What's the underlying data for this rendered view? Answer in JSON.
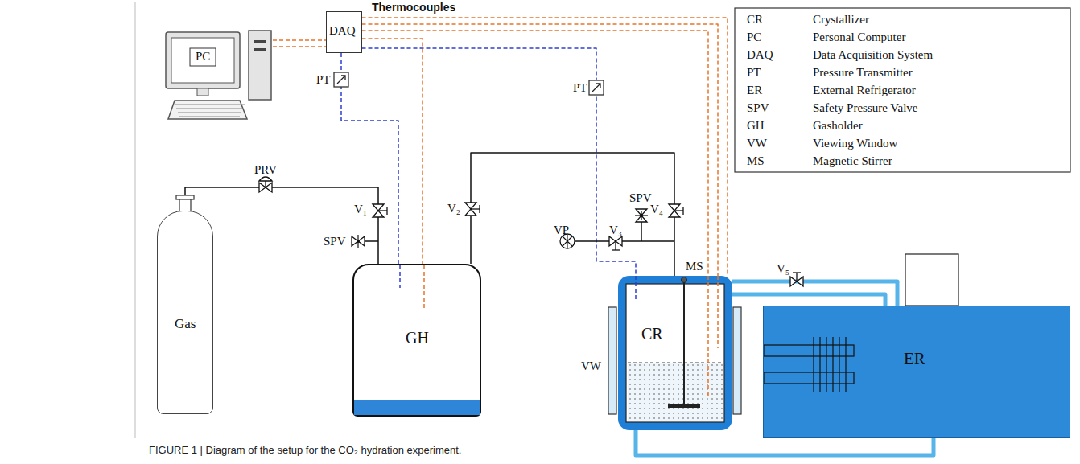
{
  "diagram": {
    "caption": "FIGURE 1 | Diagram of the setup for the CO₂ hydration experiment.",
    "nodes": [
      {
        "text": [
          "PC"
        ]
      },
      {
        "text": [
          "DAQ"
        ]
      },
      {
        "text": [
          "Gas"
        ]
      },
      {
        "text": [
          "GH"
        ]
      },
      {
        "text": [
          "CR"
        ]
      },
      {
        "text": [
          "ER"
        ]
      }
    ],
    "edges": [
      {
        "from": 0,
        "to": 1,
        "arrow": "none"
      },
      {
        "from": 0,
        "to": 1,
        "arrow": "none"
      },
      {
        "from": 1,
        "to": 3,
        "arrow": "none"
      },
      {
        "from": 1,
        "to": 3,
        "arrow": "none"
      },
      {
        "from": 1,
        "to": 4,
        "arrow": "none"
      },
      {
        "from": 1,
        "to": 4,
        "arrow": "none"
      },
      {
        "from": 1,
        "to": 4,
        "arrow": "none"
      },
      {
        "from": 1,
        "to": 4,
        "arrow": "none"
      },
      {
        "from": 2,
        "to": 3,
        "arrow": "none"
      },
      {
        "from": 3,
        "to": 4,
        "arrow": "none"
      },
      {
        "from": 4,
        "to": 5,
        "arrow": "none"
      },
      {
        "from": 4,
        "to": 5,
        "arrow": "none"
      },
      {
        "from": 4,
        "to": 5,
        "arrow": "none"
      }
    ],
    "labels": [
      "Thermocouples",
      "PT",
      "PT",
      "PRV",
      "V₁",
      "SPV",
      "V₂",
      "VP",
      "V₃",
      "SPV",
      "V₄",
      "MS",
      "VW",
      "V₅",
      "CR",
      "Crystallizer",
      "PC",
      "Personal Computer",
      "DAQ",
      "Data Acquisition System",
      "PT",
      "Pressure Transmitter",
      "ER",
      "External Refrigerator",
      "SPV",
      "Safety Pressure Valve",
      "GH",
      "Gasholder",
      "VW",
      "Viewing Window",
      "MS",
      "Magnetic Stirrer"
    ]
  }
}
